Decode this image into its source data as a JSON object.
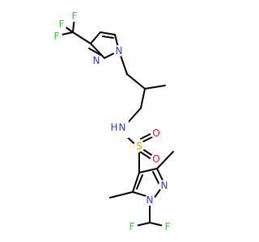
{
  "colors": {
    "bond": "#000000",
    "carbon_text": "#000000",
    "nitrogen": "#3333ff",
    "oxygen": "#ff0d0d",
    "sulfur": "#b2b200",
    "fluorine": "#33cc33",
    "hydrogen_on_n": "#3333ff"
  },
  "atoms": {
    "f_top_left": "F",
    "f_top_mid": "F",
    "f_left": "F",
    "n_pyrazole_top_1": "N",
    "n_pyrazole_top_2": "N",
    "nh": "N",
    "h_on_n": "H",
    "o_top": "O",
    "o_bottom": "O",
    "s": "S",
    "n_pyrazole_bottom_1": "N",
    "n_pyrazole_bottom_2": "N",
    "f_bottom_left": "F",
    "f_bottom_right": "F"
  }
}
